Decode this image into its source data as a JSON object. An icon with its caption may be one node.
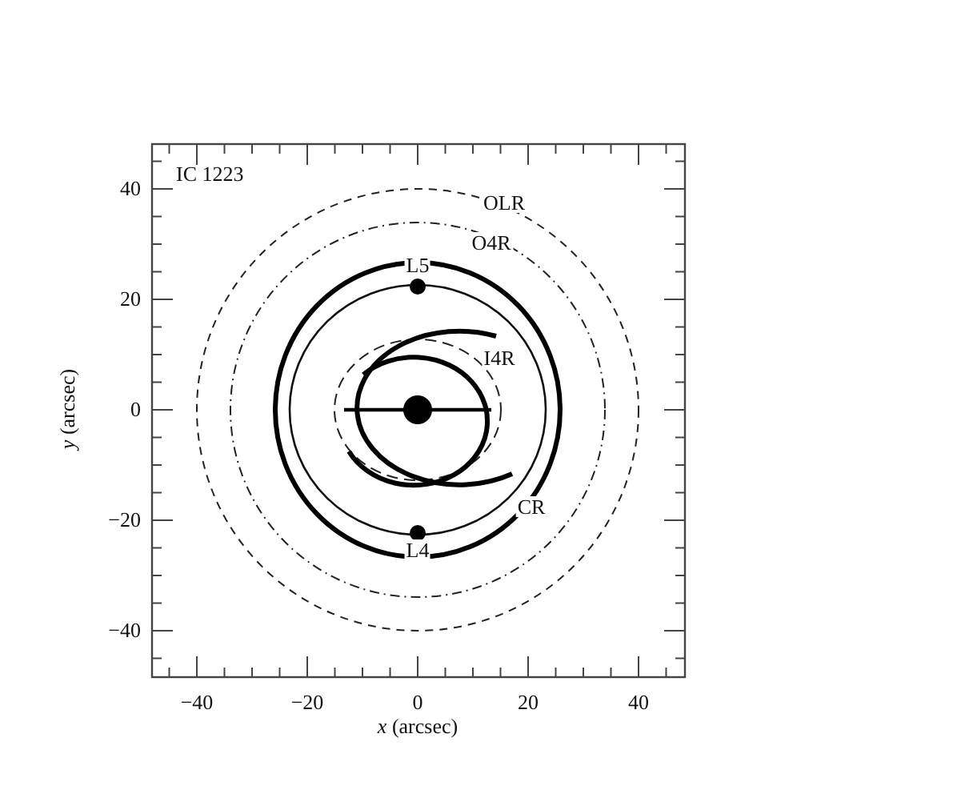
{
  "diagram": {
    "labels": [
      "IC 1223",
      "OLR",
      "O4R",
      "L5",
      "I4R",
      "CR",
      "L4",
      "40",
      "20",
      "0",
      "−20",
      "−40",
      "−40",
      "−20",
      "0",
      "20",
      "40",
      "*x* (arcsec)",
      "*y* (arcsec)"
    ]
  }
}
